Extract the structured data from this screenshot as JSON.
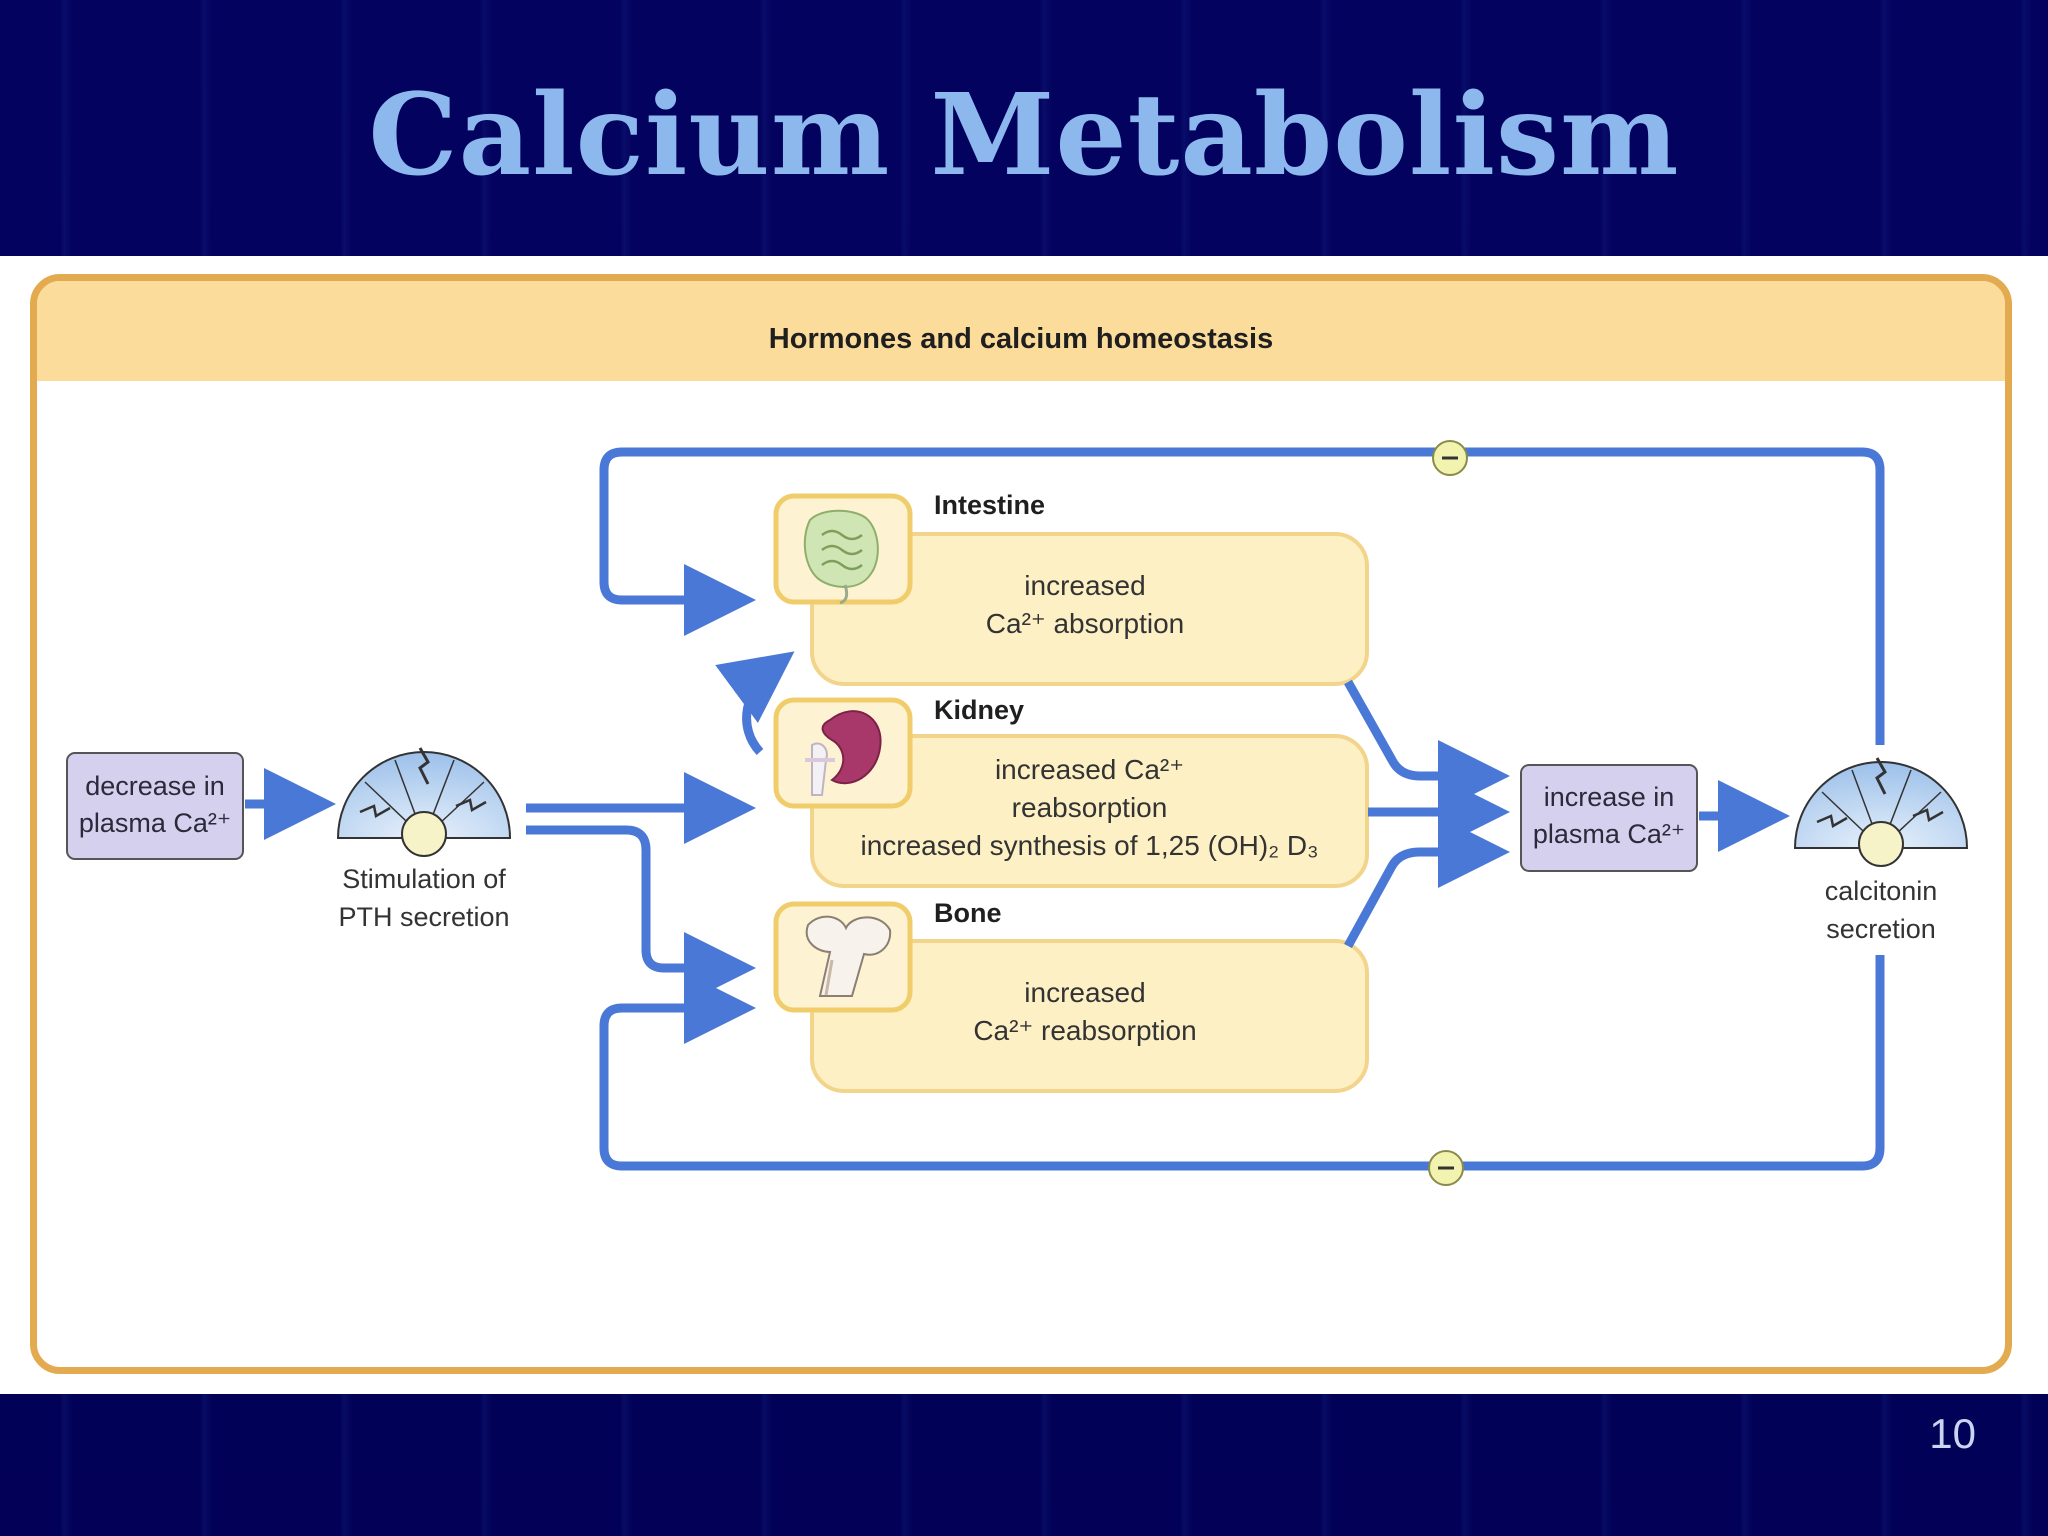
{
  "slide": {
    "title": "Calcium Metabolism",
    "page_number": "10"
  },
  "figure": {
    "title": "Hormones and calcium homeostasis",
    "left_box": [
      "decrease in",
      "plasma Ca²⁺"
    ],
    "pth_label": [
      "Stimulation of",
      "PTH secretion"
    ],
    "intestine": {
      "name": "Intestine",
      "lines": [
        "increased",
        "Ca²⁺ absorption"
      ]
    },
    "kidney": {
      "name": "Kidney",
      "lines": [
        "increased Ca²⁺",
        "reabsorption",
        "increased synthesis of 1,25 (OH)₂ D₃"
      ]
    },
    "bone": {
      "name": "Bone",
      "lines": [
        "increased",
        "Ca²⁺ reabsorption"
      ]
    },
    "right_box": [
      "increase in",
      "plasma Ca²⁺"
    ],
    "calcitonin_label": [
      "calcitonin",
      "secretion"
    ],
    "inhibition_symbol": "–"
  },
  "colors": {
    "arrow": "#4a78d6",
    "box_fill": "#fdf0c4",
    "box_border": "#f2d48a",
    "purple_box": "#d6d0ef",
    "gland": "#b9d3f0"
  }
}
